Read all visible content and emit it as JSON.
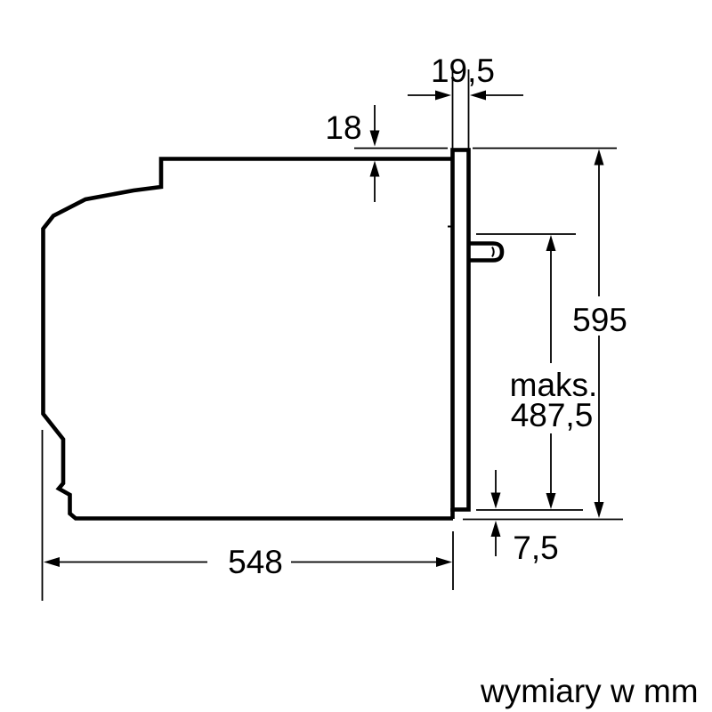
{
  "diagram": {
    "caption": "wymiary w mm",
    "dimensions": {
      "front_frame_depth": {
        "label": "19,5"
      },
      "top_offset": {
        "label": "18"
      },
      "total_height": {
        "label": "595"
      },
      "max_height": {
        "label_line1": "maks.",
        "label_line2": "487,5"
      },
      "bottom_gap": {
        "label": "7,5"
      },
      "body_depth": {
        "label": "548"
      }
    },
    "colors": {
      "line": "#000000",
      "background": "#ffffff"
    }
  }
}
